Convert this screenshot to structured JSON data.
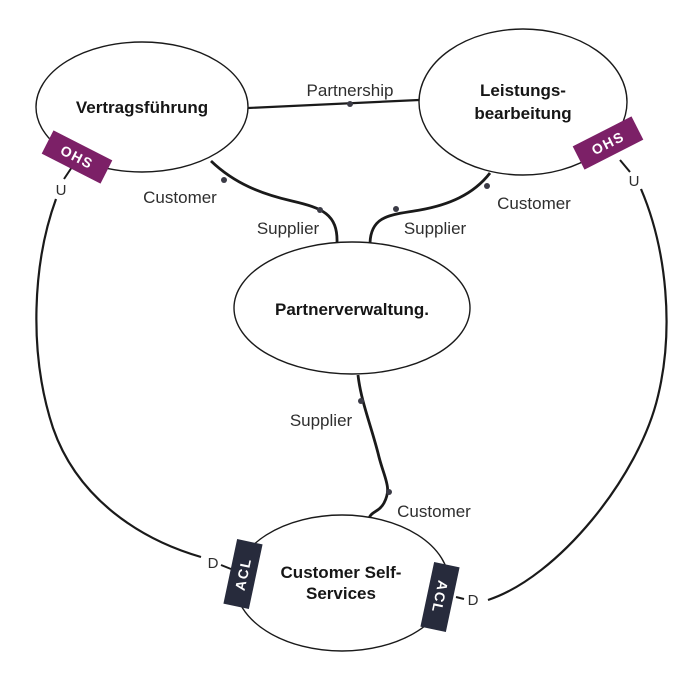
{
  "colors": {
    "ohs_badge": "#7c2067",
    "acl_badge": "#272b3c",
    "line": "#1a1a1a",
    "label": "#2e2e2e"
  },
  "nodes": {
    "vertragsfuehrung": {
      "label": "Vertragsführung"
    },
    "leistungsbearbeitung": {
      "line1": "Leistungs-",
      "line2": "bearbeitung"
    },
    "partnerverwaltung": {
      "label": "Partnerverwaltung."
    },
    "customer_self_services": {
      "line1": "Customer Self-",
      "line2": "Services"
    }
  },
  "labels": {
    "partnership": "Partnership",
    "customer_left": "Customer",
    "customer_right": "Customer",
    "customer_bottom": "Customer",
    "supplier_left": "Supplier",
    "supplier_right": "Supplier",
    "supplier_bottom": "Supplier",
    "upstream_left": "U",
    "upstream_right": "U",
    "downstream_left": "D",
    "downstream_right": "D"
  },
  "badges": {
    "ohs_left": "OHS",
    "ohs_right": "OHS",
    "acl_left": "ACL",
    "acl_right": "ACL"
  }
}
